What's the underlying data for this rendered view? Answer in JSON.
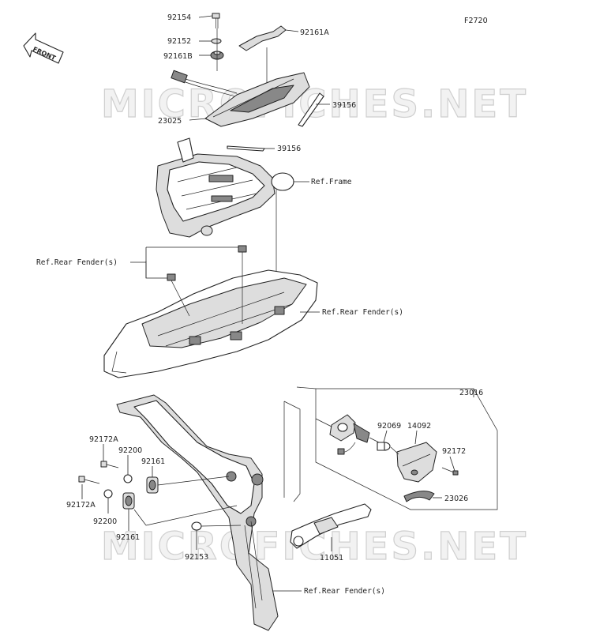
{
  "figure_code": "F2720",
  "front_badge": "FRONT",
  "watermark": "MICROFICHES.NET",
  "parts": {
    "p92154": "92154",
    "p92161A": "92161A",
    "p92152": "92152",
    "p92161B": "92161B",
    "p39156_top": "39156",
    "p23025": "23025",
    "p39156_mid": "39156",
    "p23016": "23016",
    "p92069": "92069",
    "p14092": "14092",
    "p92172_right": "92172",
    "p23026": "23026",
    "p92172A_top": "92172A",
    "p92200_top": "92200",
    "p92161_top": "92161",
    "p92172A_bottom": "92172A",
    "p92200_bottom": "92200",
    "p92161_bottom": "92161",
    "p92153": "92153",
    "p11051": "11051"
  },
  "refs": {
    "frame": "Ref.Frame",
    "rear_fender_left": "Ref.Rear Fender(s)",
    "rear_fender_right": "Ref.Rear Fender(s)",
    "rear_fender_bottom": "Ref.Rear Fender(s)"
  }
}
